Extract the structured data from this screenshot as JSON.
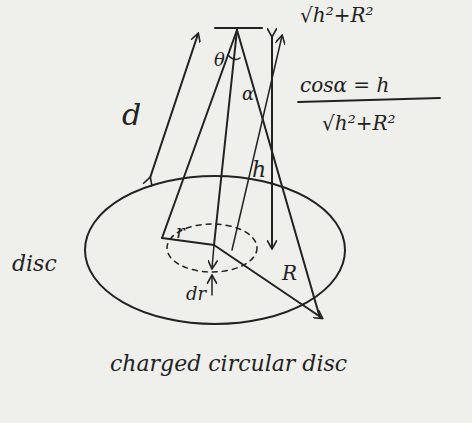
{
  "diagram": {
    "labels": [
      "√h²+R²",
      "cosα = h",
      "√h²+R²",
      "θ",
      "α",
      "h",
      "d",
      "r",
      "dr",
      "R",
      "disc",
      "charged circular disc"
    ]
  }
}
